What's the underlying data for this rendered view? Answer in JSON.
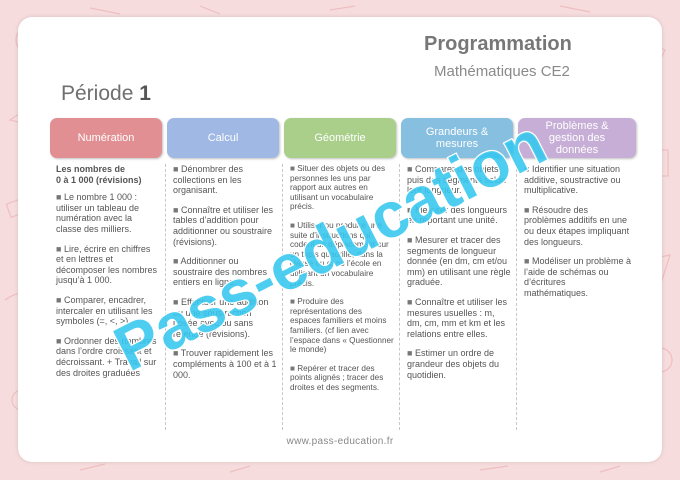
{
  "header": {
    "title": "Programmation",
    "subtitle": "Mathématiques CE2",
    "period_label": "Période",
    "period_number": "1"
  },
  "columns": [
    {
      "label": "Numération",
      "color": "#e28f93",
      "heading": "Les nombres de\n0 à 1 000 (révisions)",
      "items": [
        "Le nombre 1 000 : utiliser un tableau de numération avec la classe des milliers.",
        "Lire, écrire en chiffres et en lettres et décomposer les nombres jusqu’à 1 000.",
        "Comparer, encadrer, intercaler en utilisant les symboles (=, <, >).",
        "Ordonner des nombres dans l’ordre croissant et décroissant. + Travail sur des droites graduées"
      ]
    },
    {
      "label": "Calcul",
      "color": "#9fb8e4",
      "items": [
        "Dénombrer des collections en les organisant.",
        "Connaître et utiliser les tables d’addition pour additionner ou soustraire (révisions).",
        "Additionner ou soustraire des nombres entiers en ligne.",
        "Effectuer une addition ou une soustraction posée avec ou sans retenue (révisions).",
        "Trouver rapidement les compléments à 100 et à 1 000."
      ]
    },
    {
      "label": "Géométrie",
      "color": "#a9cf8a",
      "items": [
        "Situer des objets ou des personnes les uns par rapport aux autres en utilisant un vocabulaire précis.",
        "Utiliser ou produire une suite d’instructions qui codent un déplacement sur un tapis quadrillé, dans la classe ou dans l’école en utilisant un vocabulaire précis.",
        "Produire des représentations des espaces familiers et moins familiers. (cf lien avec l’espace dans « Questionner le monde)",
        "Repérer et tracer des points alignés ; tracer des droites et des segments."
      ]
    },
    {
      "label": "Grandeurs &\nmesures",
      "color": "#86bfe0",
      "items": [
        "Comparer des objets puis des segments selon leur longueur.",
        "Mesurer des longueurs en reportant une unité.",
        "Mesurer et tracer des segments de longueur donnée (en dm, cm et/ou mm) en utilisant une règle graduée.",
        "Connaître et utiliser les mesures usuelles : m, dm, cm, mm et km et les relations entre elles.",
        "Estimer un ordre de grandeur des objets du quotidien."
      ]
    },
    {
      "label": "Problèmes &\ngestion des\ndonnées",
      "color": "#c7aed6",
      "items": [
        "Identifier une situation additive, soustractive ou multiplicative.",
        "Résoudre des problèmes additifs en une ou deux étapes impliquant des longueurs.",
        "Modéliser un problème à l’aide de schémas ou d’écritures mathématiques."
      ]
    }
  ],
  "watermark": "Pass-education",
  "footer": "www.pass-education.fr",
  "bullet": "■"
}
